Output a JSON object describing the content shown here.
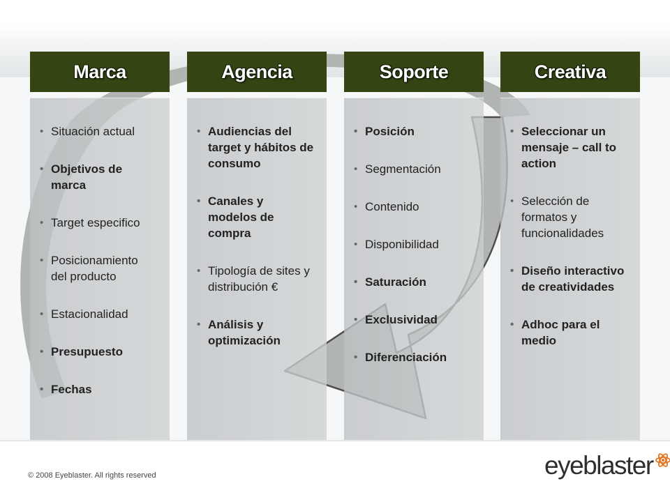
{
  "columns": [
    {
      "title": "Marca",
      "items": [
        {
          "text": "Situación actual",
          "bold": false
        },
        {
          "text": "Objetivos de marca",
          "bold": true
        },
        {
          "text": "Target especifico",
          "bold": false
        },
        {
          "text": "Posicionamiento del producto",
          "bold": false
        },
        {
          "text": "Estacionalidad",
          "bold": false
        },
        {
          "text": "Presupuesto",
          "bold": true
        },
        {
          "text": "Fechas",
          "bold": true
        }
      ]
    },
    {
      "title": "Agencia",
      "items": [
        {
          "text": "Audiencias del target y hábitos de consumo",
          "bold": true
        },
        {
          "text": "Canales y modelos de compra",
          "bold": true
        },
        {
          "text": "Tipología de sites y distribución €",
          "bold": false
        },
        {
          "text": "Análisis y optimización",
          "bold": true
        }
      ]
    },
    {
      "title": "Soporte",
      "items": [
        {
          "text": "Posición",
          "bold": true
        },
        {
          "text": "Segmentación",
          "bold": false
        },
        {
          "text": "Contenido",
          "bold": false
        },
        {
          "text": "Disponibilidad",
          "bold": false
        },
        {
          "text": "Saturación",
          "bold": true
        },
        {
          "text": "Exclusividad",
          "bold": true
        },
        {
          "text": "Diferenciación",
          "bold": true
        }
      ]
    },
    {
      "title": "Creativa",
      "items": [
        {
          "text": "Seleccionar un mensaje – call to action",
          "bold": true
        },
        {
          "text": "Selección de formatos y funcionalidades",
          "bold": false
        },
        {
          "text": "Diseño interactivo de creatividades",
          "bold": true
        },
        {
          "text": "Adhoc para el medio",
          "bold": true
        }
      ]
    }
  ],
  "footer": {
    "copyright": "© 2008 Eyeblaster. All rights reserved",
    "logo_text": "eyeblaster",
    "logo_icon": "atom-icon"
  },
  "colors": {
    "header_bg": "#344513",
    "panel_bg": "#c4c7ca",
    "arrow_fill": "#b1b4b1",
    "logo_accent": "#e47524"
  }
}
